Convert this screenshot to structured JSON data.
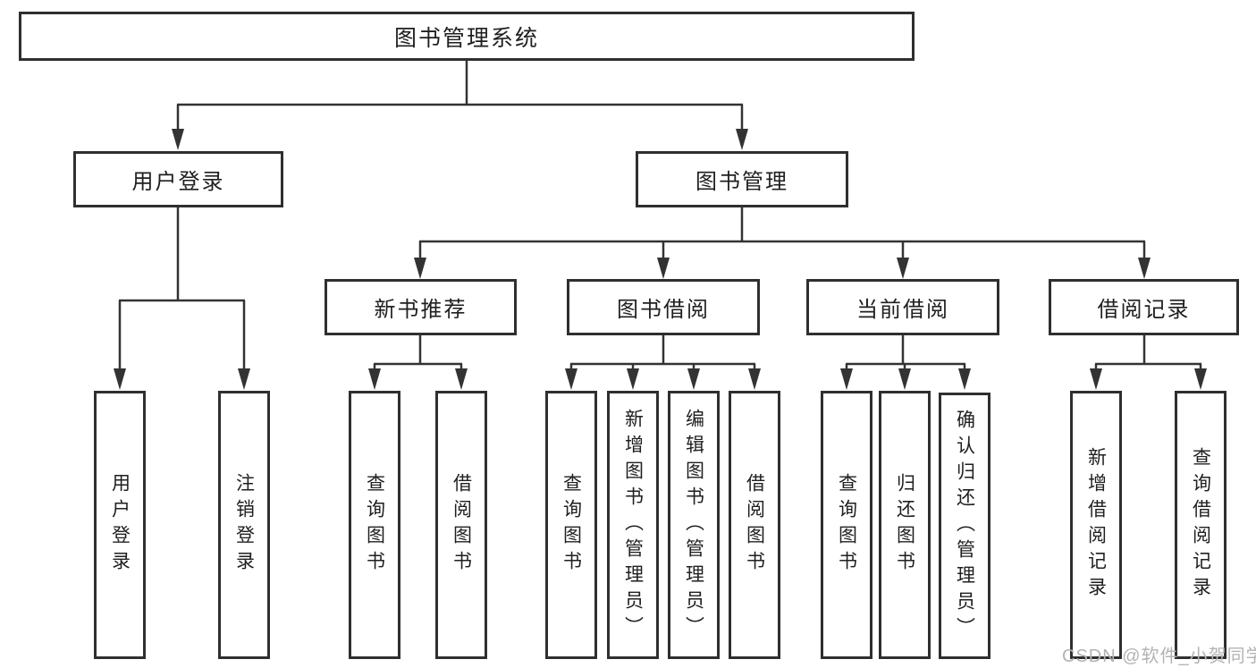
{
  "diagram": {
    "type": "hierarchy",
    "root": {
      "label": "图书管理系统"
    },
    "branches": [
      {
        "label": "用户登录",
        "leaves": [
          {
            "label": "用户登录"
          },
          {
            "label": "注销登录"
          }
        ]
      },
      {
        "label": "图书管理",
        "children": [
          {
            "label": "新书推荐",
            "leaves": [
              {
                "label": "查询图书"
              },
              {
                "label": "借阅图书"
              }
            ]
          },
          {
            "label": "图书借阅",
            "leaves": [
              {
                "label": "查询图书"
              },
              {
                "label": "新增图书（管理员）"
              },
              {
                "label": "编辑图书（管理员）"
              },
              {
                "label": "借阅图书"
              }
            ]
          },
          {
            "label": "当前借阅",
            "leaves": [
              {
                "label": "查询图书"
              },
              {
                "label": "归还图书"
              },
              {
                "label": "确认归还（管理员）"
              }
            ]
          },
          {
            "label": "借阅记录",
            "leaves": [
              {
                "label": "新增借阅记录"
              },
              {
                "label": "查询借阅记录"
              }
            ]
          }
        ]
      }
    ]
  },
  "watermark": "CSDN @软件_小贺同学",
  "colors": {
    "line": "#333333",
    "border": "#2f2f2f",
    "text": "#1f1f1f",
    "background": "#ffffff",
    "watermark": "#b3b3b3"
  }
}
